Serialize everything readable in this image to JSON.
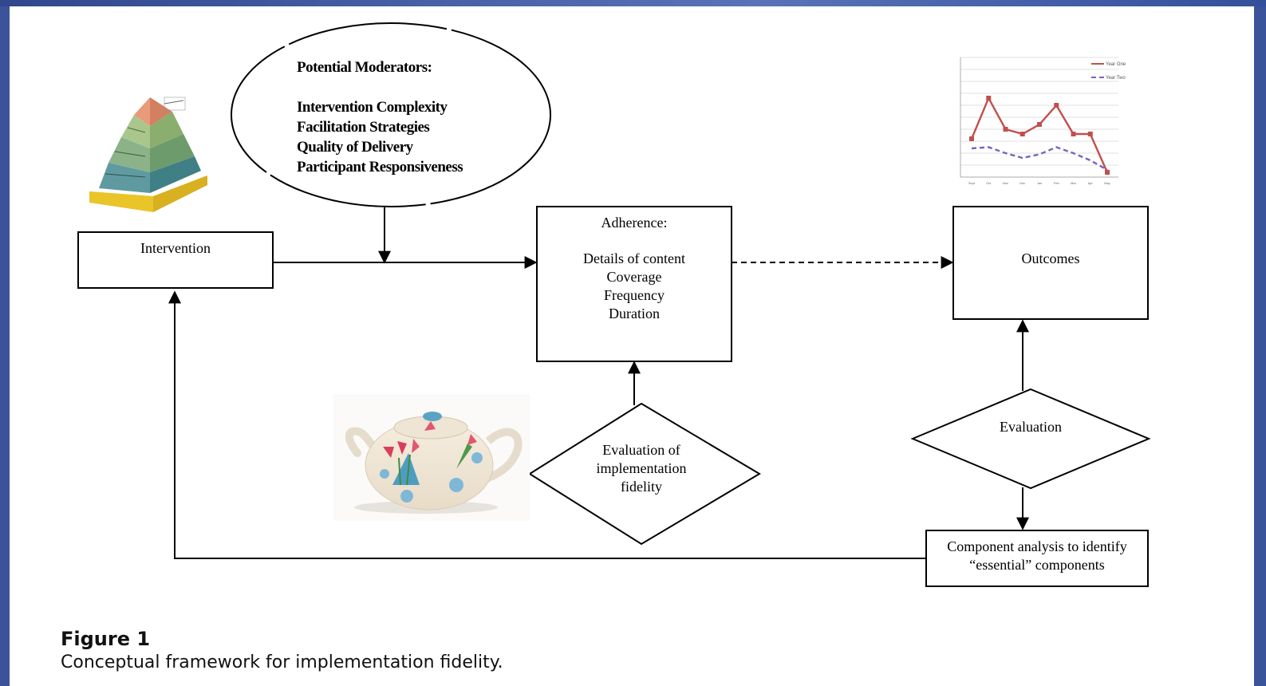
{
  "figure": {
    "label": "Figure 1",
    "caption": "Conceptual framework for implementation fidelity."
  },
  "moderators": {
    "heading": "Potential Moderators:",
    "items": [
      "Intervention Complexity",
      "Facilitation Strategies",
      "Quality of Delivery",
      "Participant Responsiveness"
    ]
  },
  "boxes": {
    "intervention": "Intervention",
    "adherence_title": "Adherence:",
    "adherence_items": [
      "Details of content",
      "Coverage",
      "Frequency",
      "Duration"
    ],
    "outcomes": "Outcomes",
    "component_line1": "Component analysis to identify",
    "component_line2": "“essential” components"
  },
  "diamonds": {
    "fidelity_lines": [
      "Evaluation of",
      "implementation",
      "fidelity"
    ],
    "evaluation": "Evaluation"
  },
  "colors": {
    "frame": "#3a539b",
    "line": "#000000",
    "chart_series1": "#c0504d",
    "chart_series2": "#7b63b8"
  },
  "chart_data": {
    "type": "line",
    "categories": [
      "Sept",
      "Oct",
      "Nov",
      "Dec",
      "Jan",
      "Feb",
      "Mar",
      "Apr",
      "May"
    ],
    "series": [
      {
        "name": "Year One",
        "values": [
          16,
          33,
          20,
          18,
          22,
          30,
          18,
          18,
          2
        ]
      },
      {
        "name": "Year Two",
        "values": [
          12,
          12.5,
          10,
          8,
          9.5,
          12.5,
          10,
          7,
          3
        ]
      }
    ],
    "ylim": [
      0,
      50
    ],
    "grid": true,
    "legend": "top-right"
  }
}
